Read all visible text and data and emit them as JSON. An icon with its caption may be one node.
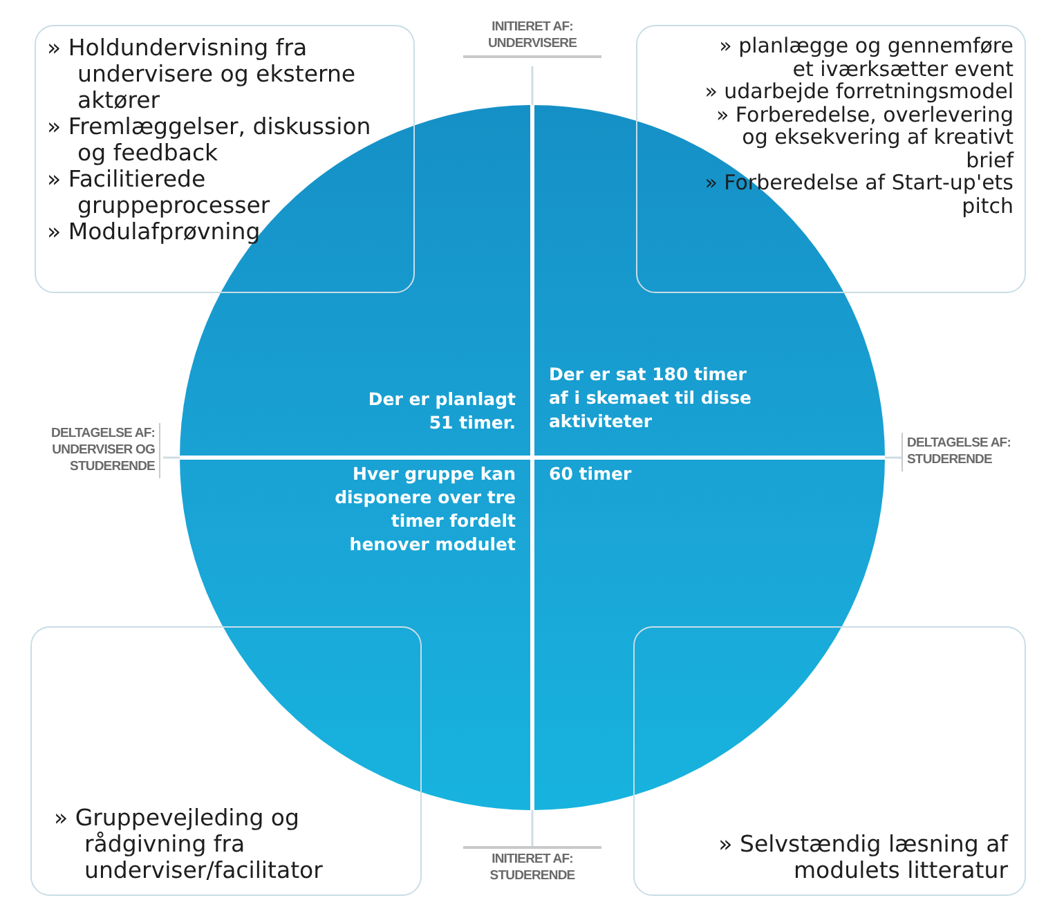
{
  "diagram": {
    "nodes": [
      {
        "text": [
          "» Holdundervisning fra undervisere og eksterne aktører",
          "» Fremlæggelser, diskussion og feedback",
          "» Facilitierede gruppeprocesser",
          "» Modulafprøvning"
        ]
      },
      {
        "text": [
          "» planlægge og gennemføre et iværksætter event",
          "» udarbejde forretningsmodel",
          "» Forberedelse, overlevering og eksekvering af kreativt brief",
          "» Forberedelse af Start-up'ets pitch"
        ]
      },
      {
        "text": [
          "» Gruppevejleding og rådgivning fra underviser/facilitator"
        ]
      },
      {
        "text": [
          "» Selvstændig læsning af modulets litteratur"
        ]
      },
      {
        "text": [
          "Der er planlagt 51 timer.",
          "Der er sat 180 timer af i skemaet til disse aktiviteter",
          "Hver gruppe kan disponere over tre timer fordelt henover modulet",
          "60 timer"
        ]
      }
    ],
    "labels": [
      "INITIERET AF: UNDERVISERE",
      "DELTAGELSE AF: UNDERVISER OG STUDERENDE",
      "DELTAGELSE AF: STUDERENDE",
      "INITIERET AF: STUDERENDE"
    ]
  }
}
